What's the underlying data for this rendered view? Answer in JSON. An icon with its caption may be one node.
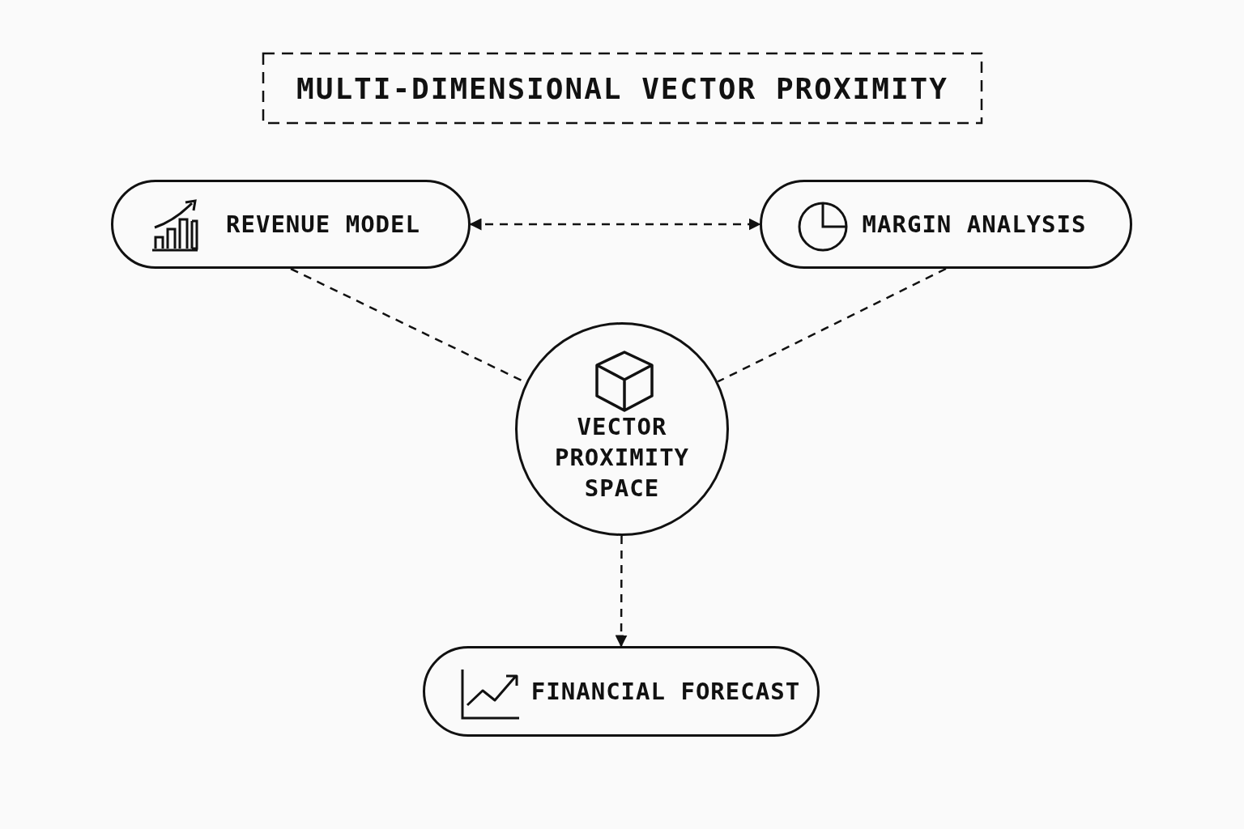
{
  "diagram": {
    "title": "MULTI-DIMENSIONAL VECTOR PROXIMITY",
    "nodes": [
      {
        "text": [
          "REVENUE MODEL"
        ]
      },
      {
        "text": [
          "MARGIN ANALYSIS"
        ]
      },
      {
        "text": [
          "VECTOR PROXIMITY SPACE"
        ]
      },
      {
        "text": [
          "FINANCIAL FORECAST"
        ]
      }
    ],
    "edges": [
      {
        "from": 0,
        "to": 1,
        "arrow": "both",
        "style": "dashed"
      },
      {
        "from": 0,
        "to": 2,
        "arrow": "none",
        "style": "dashed"
      },
      {
        "from": 1,
        "to": 2,
        "arrow": "none",
        "style": "dashed"
      },
      {
        "from": 2,
        "to": 3,
        "arrow": "to",
        "style": "dashed"
      }
    ]
  }
}
